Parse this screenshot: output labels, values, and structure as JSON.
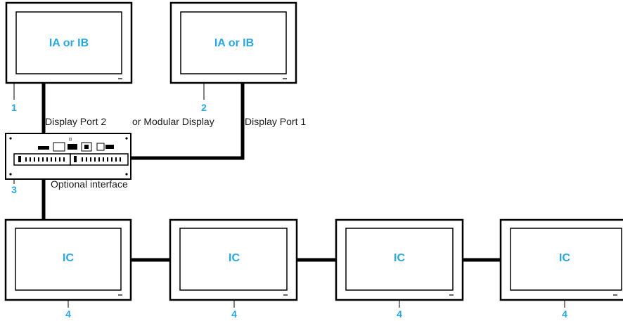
{
  "displays_top": [
    {
      "label": "IA or IB",
      "callout": "1"
    },
    {
      "label": "IA or IB",
      "callout": "2"
    }
  ],
  "box": {
    "callout": "3",
    "note": "Optional interface"
  },
  "port_labels": {
    "port2": "Display Port 2",
    "modular": "or Modular Display",
    "port1": "Display Port 1"
  },
  "displays_bottom": [
    {
      "label": "IC",
      "callout": "4"
    },
    {
      "label": "IC",
      "callout": "4"
    },
    {
      "label": "IC",
      "callout": "4"
    },
    {
      "label": "IC",
      "callout": "4"
    }
  ],
  "colors": {
    "label_blue": "#29a8e0",
    "line": "#000000"
  }
}
